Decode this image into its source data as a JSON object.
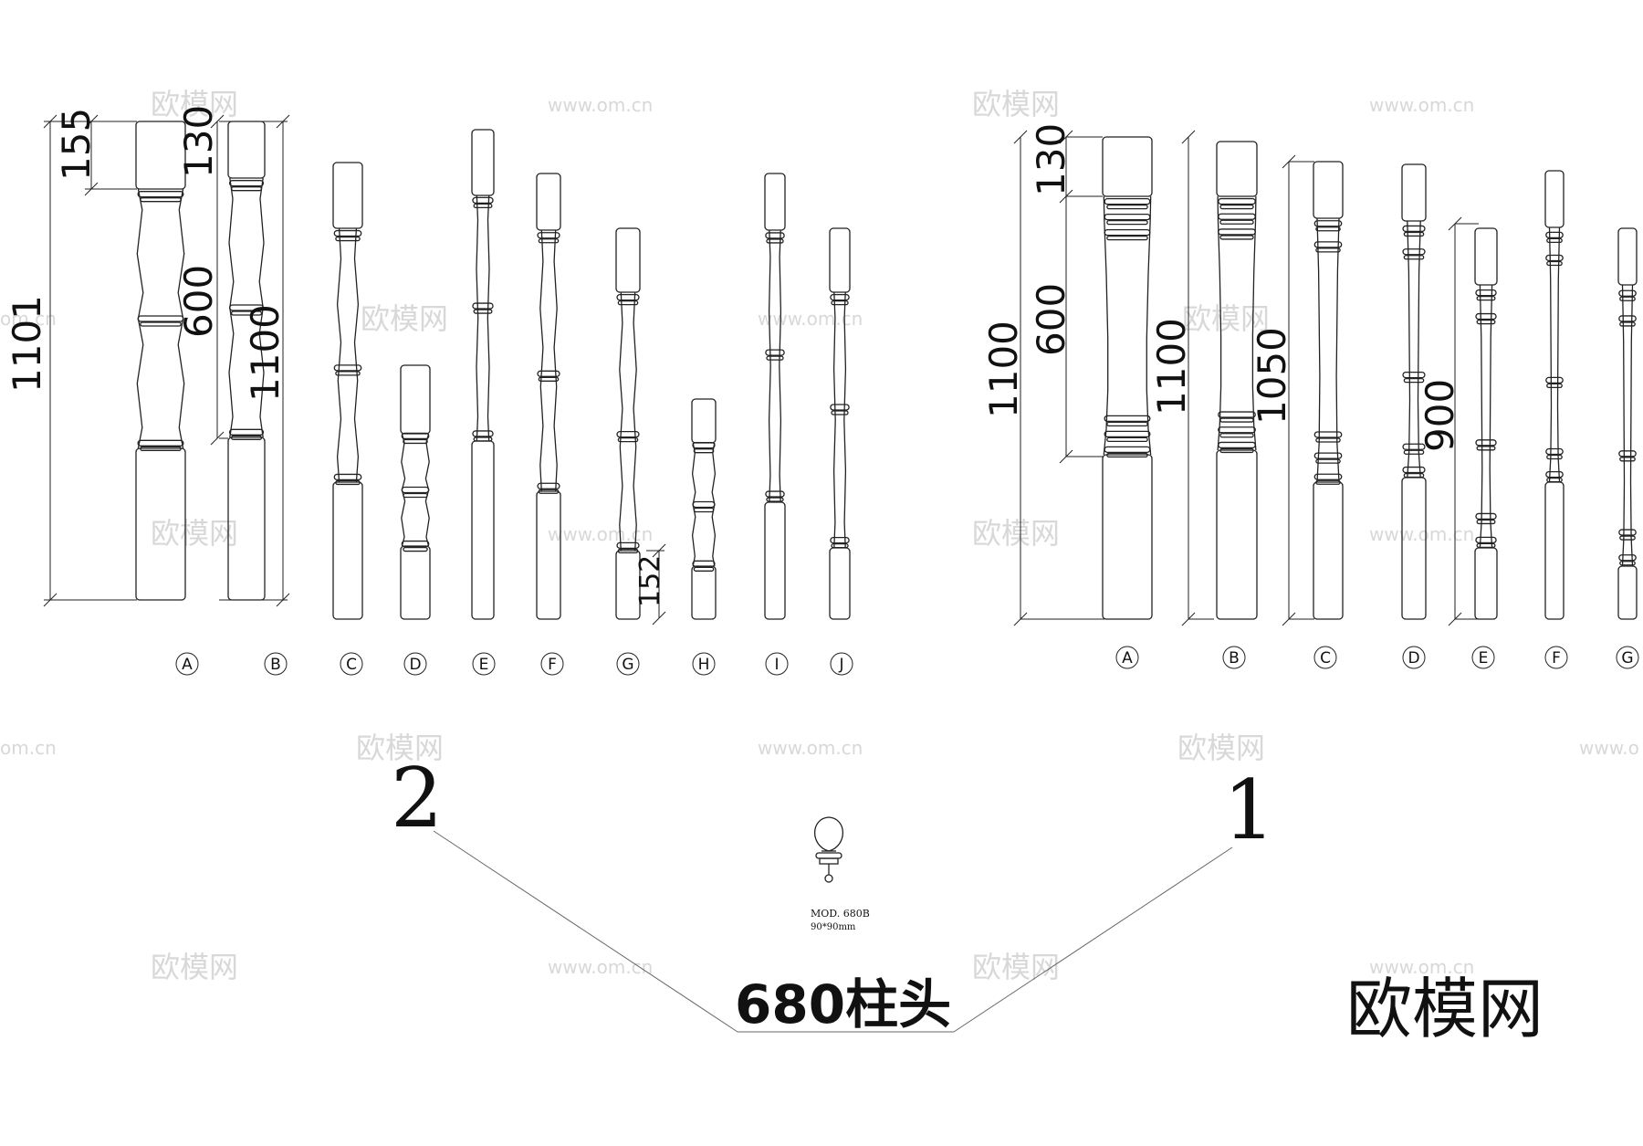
{
  "left_group": {
    "dims": {
      "total": "1101",
      "top": "155",
      "mid": "600",
      "b_top": "130",
      "b_total": "1100",
      "g_bottom": "152"
    },
    "labels": [
      "A",
      "B",
      "C",
      "D",
      "E",
      "F",
      "G",
      "H",
      "I",
      "J"
    ]
  },
  "right_group": {
    "dims": {
      "a_top": "130",
      "a_mid": "600",
      "a_total": "1100",
      "b_total": "1100",
      "c_total": "1050",
      "e_total": "900"
    },
    "labels": [
      "A",
      "B",
      "C",
      "D",
      "E",
      "F",
      "G"
    ]
  },
  "finial": {
    "model": "MOD. 680B",
    "size": "90*90mm"
  },
  "callouts": {
    "left": "2",
    "right": "1"
  },
  "title": "680柱头",
  "watermarks": {
    "brand": "欧模网",
    "url": "www.om.cn",
    "url_partial": "om.cn",
    "url_partial_right": "www.o"
  }
}
